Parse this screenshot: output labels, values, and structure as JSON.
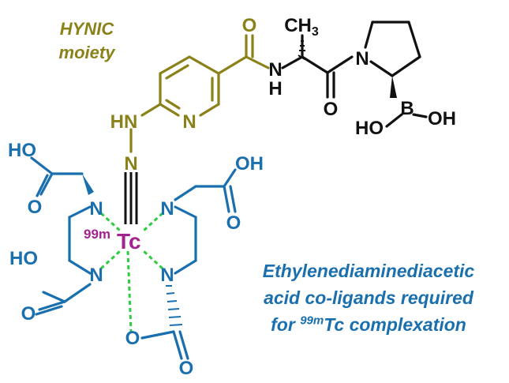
{
  "labels": {
    "hynic_line1": "HYNIC",
    "hynic_line2": "moiety",
    "caption_line1": "Ethylenediaminediacetic",
    "caption_line2": "acid co-ligands required",
    "caption_line3_pre": "for ",
    "caption_sup": "99m",
    "caption_line3_post": "Tc complexation"
  },
  "atoms": {
    "oxygen": "O",
    "nitrogen": "N",
    "hydrogen": "H",
    "boron": "B",
    "hydroxyl": "OH",
    "hydroxyl_left": "HO",
    "hn": "HN",
    "methyl": "CH",
    "methyl_sub": "3",
    "technetium": "Tc",
    "tc_isotope": "99m"
  },
  "colors": {
    "hynic": "#8a8218",
    "peptide": "#111111",
    "coligand": "#1a6fae",
    "metal": "#a3248e",
    "coordination": "#2ecc40"
  }
}
